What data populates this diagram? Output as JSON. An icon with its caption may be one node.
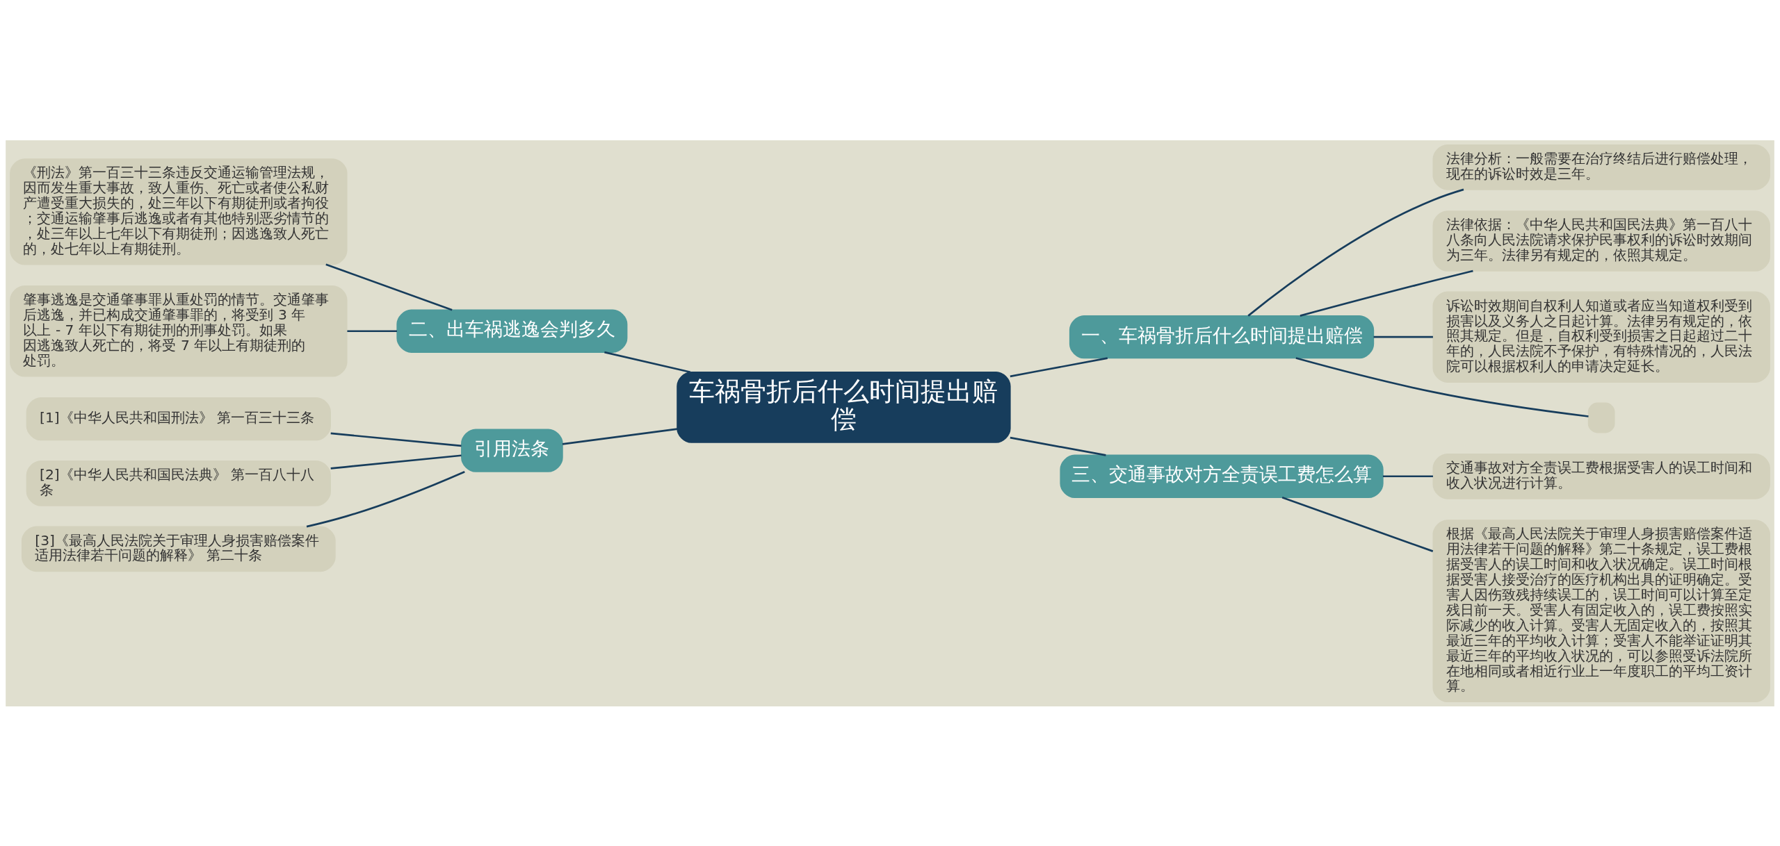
{
  "diagram": {
    "nodes": [
      {
        "text": [
          "车祸骨折后什么时间提出赔偿"
        ]
      },
      {
        "text": [
          "一、车祸骨折后什么时间提出赔偿"
        ]
      },
      {
        "text": [
          "法律分析：一般需要在治疗终结后进行赔偿处理，现在的诉讼时效是三年。"
        ]
      },
      {
        "text": [
          "法律依据：《中华人民共和国民法典》第一百八十八条向人民法院请求保护民事权利的诉讼时效期间为三年。法律另有规定的，依照其规定。"
        ]
      },
      {
        "text": [
          "诉讼时效期间自权利人知道或者应当知道权利受到损害以及义务人之日起计算。法律另有规定的，依照其规定。但是，自权利受到损害之日起超过二十年的，人民法院不予保护，有特殊情况的，人民法院可以根据权利人的申请决定延长。"
        ]
      },
      {
        "text": [],
        "shape": "box"
      },
      {
        "text": [
          "三、交通事故对方全责误工费怎么算"
        ]
      },
      {
        "text": [
          "交通事故对方全责误工费根据受害人的误工时间和收入状况进行计算。"
        ]
      },
      {
        "text": [
          "根据《最高人民法院关于审理人身损害赔偿案件适用法律若干问题的解释》第二十条规定，误工费根据受害人的误工时间和收入状况确定。误工时间根据受害人接受治疗的医疗机构出具的证明确定。受害人因伤致残持续误工的，误工时间可以计算至定残日前一天。受害人有固定收入的，误工费按照实际减少的收入计算。受害人无固定收入的，按照其最近三年的平均收入计算；受害人不能举证证明其最近三年的平均收入状况的，可以参照受诉法院所在地相同或者相近行业上一年度职工的平均工资计算。"
        ]
      },
      {
        "text": [
          "二、出车祸逃逸会判多久"
        ]
      },
      {
        "text": [
          "《刑法》第一百三十三条违反交通运输管理法规，因而发生重大事故，致人重伤、死亡或者使公私财产遭受重大损失的，处三年以下有期徒刑或者拘役；交通运输肇事后逃逸或者有其他特别恶劣情节的，处三年以上七年以下有期徒刑；因逃逸致人死亡的，处七年以上有期徒刑。"
        ]
      },
      {
        "text": [
          "肇事逃逸是交通肇事罪从重处罚的情节。交通肇事后逃逸，并已构成交通肇事罪的，将受到 3 年以上 - 7 年以下有期徒刑的刑事处罚。如果因逃逸致人死亡的，将受 7 年以上有期徒刑的处罚。"
        ]
      },
      {
        "text": [
          "引用法条"
        ]
      },
      {
        "text": [
          "[1]《中华人民共和国刑法》 第一百三十三条"
        ]
      },
      {
        "text": [
          "[2]《中华人民共和国民法典》 第一百八十八条"
        ]
      },
      {
        "text": [
          "[3]《最高人民法院关于审理人身损害赔偿案件适用法律若干问题的解释》 第二十条"
        ]
      }
    ],
    "edges": [
      {
        "from": 0,
        "to": 1,
        "arrow": "none"
      },
      {
        "from": 1,
        "to": 2,
        "arrow": "none"
      },
      {
        "from": 1,
        "to": 3,
        "arrow": "none"
      },
      {
        "from": 1,
        "to": 4,
        "arrow": "none"
      },
      {
        "from": 1,
        "to": 5,
        "arrow": "none"
      },
      {
        "from": 0,
        "to": 6,
        "arrow": "none"
      },
      {
        "from": 6,
        "to": 7,
        "arrow": "none"
      },
      {
        "from": 6,
        "to": 8,
        "arrow": "none"
      },
      {
        "from": 0,
        "to": 9,
        "arrow": "none"
      },
      {
        "from": 9,
        "to": 10,
        "arrow": "none"
      },
      {
        "from": 9,
        "to": 11,
        "arrow": "none"
      },
      {
        "from": 0,
        "to": 12,
        "arrow": "none"
      },
      {
        "from": 12,
        "to": 13,
        "arrow": "none"
      },
      {
        "from": 12,
        "to": 14,
        "arrow": "none"
      },
      {
        "from": 12,
        "to": 15,
        "arrow": "none"
      }
    ]
  }
}
